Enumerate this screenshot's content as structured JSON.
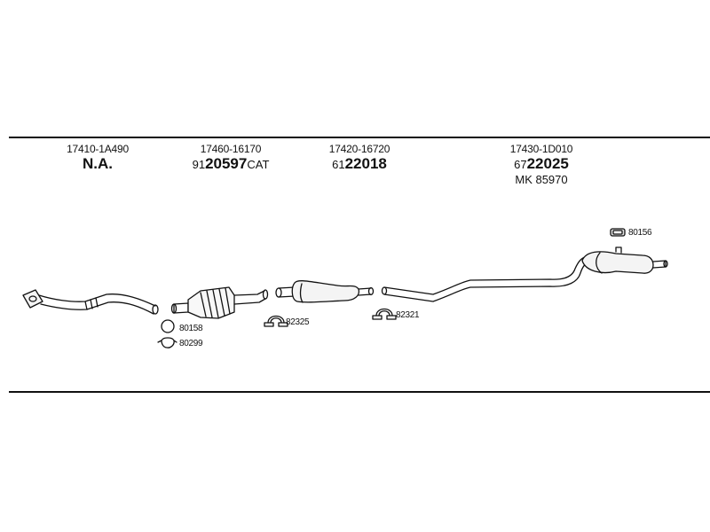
{
  "parts": [
    {
      "oem": "17410-1A490",
      "note": "N.A."
    },
    {
      "oem": "17460-16170",
      "ref_prefix": "91",
      "ref_main": "20597",
      "ref_suffix": "CAT"
    },
    {
      "oem": "17420-16720",
      "ref_prefix": "61",
      "ref_main": "22018"
    },
    {
      "oem": "17430-1D010",
      "ref_prefix": "67",
      "ref_main": "22025",
      "ref_extra": "MK 85970"
    }
  ],
  "accessories": {
    "ring": "80158",
    "gasket": "80299",
    "clamp1": "82325",
    "clamp2": "82321",
    "rubber": "80156"
  }
}
